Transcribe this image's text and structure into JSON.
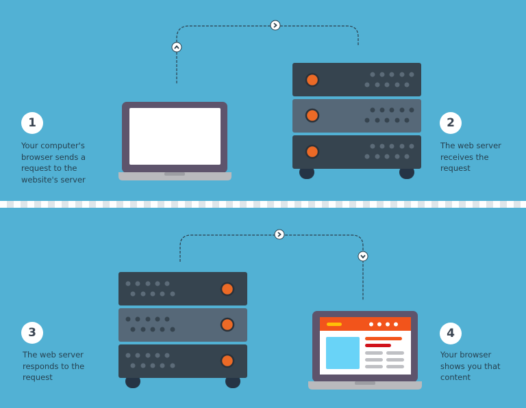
{
  "steps": [
    {
      "number": "1",
      "text": "Your computer's\nbrowser sends a\nrequest to the\nwebsite's server"
    },
    {
      "number": "2",
      "text": "The web server\nreceives the\nrequest"
    },
    {
      "number": "3",
      "text": "The web server\nresponds to the\nrequest"
    },
    {
      "number": "4",
      "text": "Your browser\nshows you that\ncontent"
    }
  ],
  "colors": {
    "background": "#52b1d4",
    "server_dark": "#36444f",
    "server_mid": "#566878",
    "server_light_dot": "#5c6b78",
    "button_orange": "#ec6a26",
    "laptop_frame": "#5e546c",
    "laptop_base": "#b9babd",
    "browser_header": "#f2541b",
    "browser_accent": "#ffc107",
    "browser_red": "#d0121b",
    "browser_image": "#69d3f7"
  },
  "icons": [
    "chevron-up-icon",
    "chevron-right-icon",
    "chevron-down-icon",
    "server-icon",
    "laptop-icon"
  ]
}
